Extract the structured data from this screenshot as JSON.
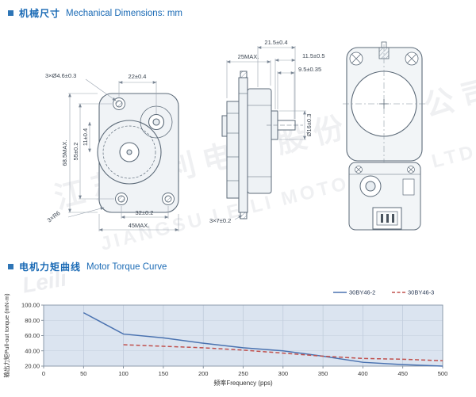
{
  "header": {
    "mechanical": {
      "cn": "机械尺寸",
      "en": "Mechanical Dimensions: mm"
    },
    "torque": {
      "cn": "电机力矩曲线",
      "en": "Motor Torque Curve"
    }
  },
  "watermark": {
    "cn": "江苏雷利电机股份有限公司",
    "en": "JIANGSU LEILI MOTOR CO., LTD.",
    "logo": "Leili"
  },
  "drawing": {
    "front": {
      "hole_dia": "3×Ø4.6±0.3",
      "width_top": "22±0.4",
      "height_max": "68.5MAX.",
      "hole_span_v": "55±0.2",
      "offset_v": "11±0.4",
      "corner_radius": "3×R6",
      "hole_span_h": "32±0.2",
      "width_max": "45MAX."
    },
    "side": {
      "depth_max": "25MAX.",
      "shaft_len": "21.5±0.4",
      "dim_115": "11.5±0.5",
      "dim_95": "9.5±0.35",
      "boss_dia": "Ø16±0.3",
      "tab": "3×7±0.2"
    }
  },
  "chart_data": {
    "type": "line",
    "xlabel": "频率Frequency (pps)",
    "ylabel": "输出力矩Pull-out torque (mN·m)",
    "xlim": [
      0,
      500
    ],
    "ylim": [
      20,
      100
    ],
    "xticks": [
      0,
      50,
      100,
      150,
      200,
      250,
      300,
      350,
      400,
      450,
      500
    ],
    "ytick_labels": [
      "100.00",
      "80.00",
      "60.00",
      "40.00",
      "20.00"
    ],
    "grid": true,
    "legend_position": "top-right",
    "plot_bg": "#dbe4f0",
    "series": [
      {
        "name": "30BY46-2",
        "color": "#4a72b0",
        "style": "solid",
        "x": [
          50,
          100,
          150,
          200,
          250,
          300,
          350,
          400,
          450,
          500
        ],
        "y": [
          90,
          62,
          57,
          50,
          44,
          40,
          33,
          25,
          22,
          20
        ]
      },
      {
        "name": "30BY46-3",
        "color": "#c0504d",
        "style": "dashed",
        "x": [
          100,
          150,
          200,
          250,
          300,
          350,
          400,
          450,
          500
        ],
        "y": [
          48,
          46,
          44,
          41,
          37,
          33,
          30,
          29,
          27
        ]
      }
    ]
  }
}
